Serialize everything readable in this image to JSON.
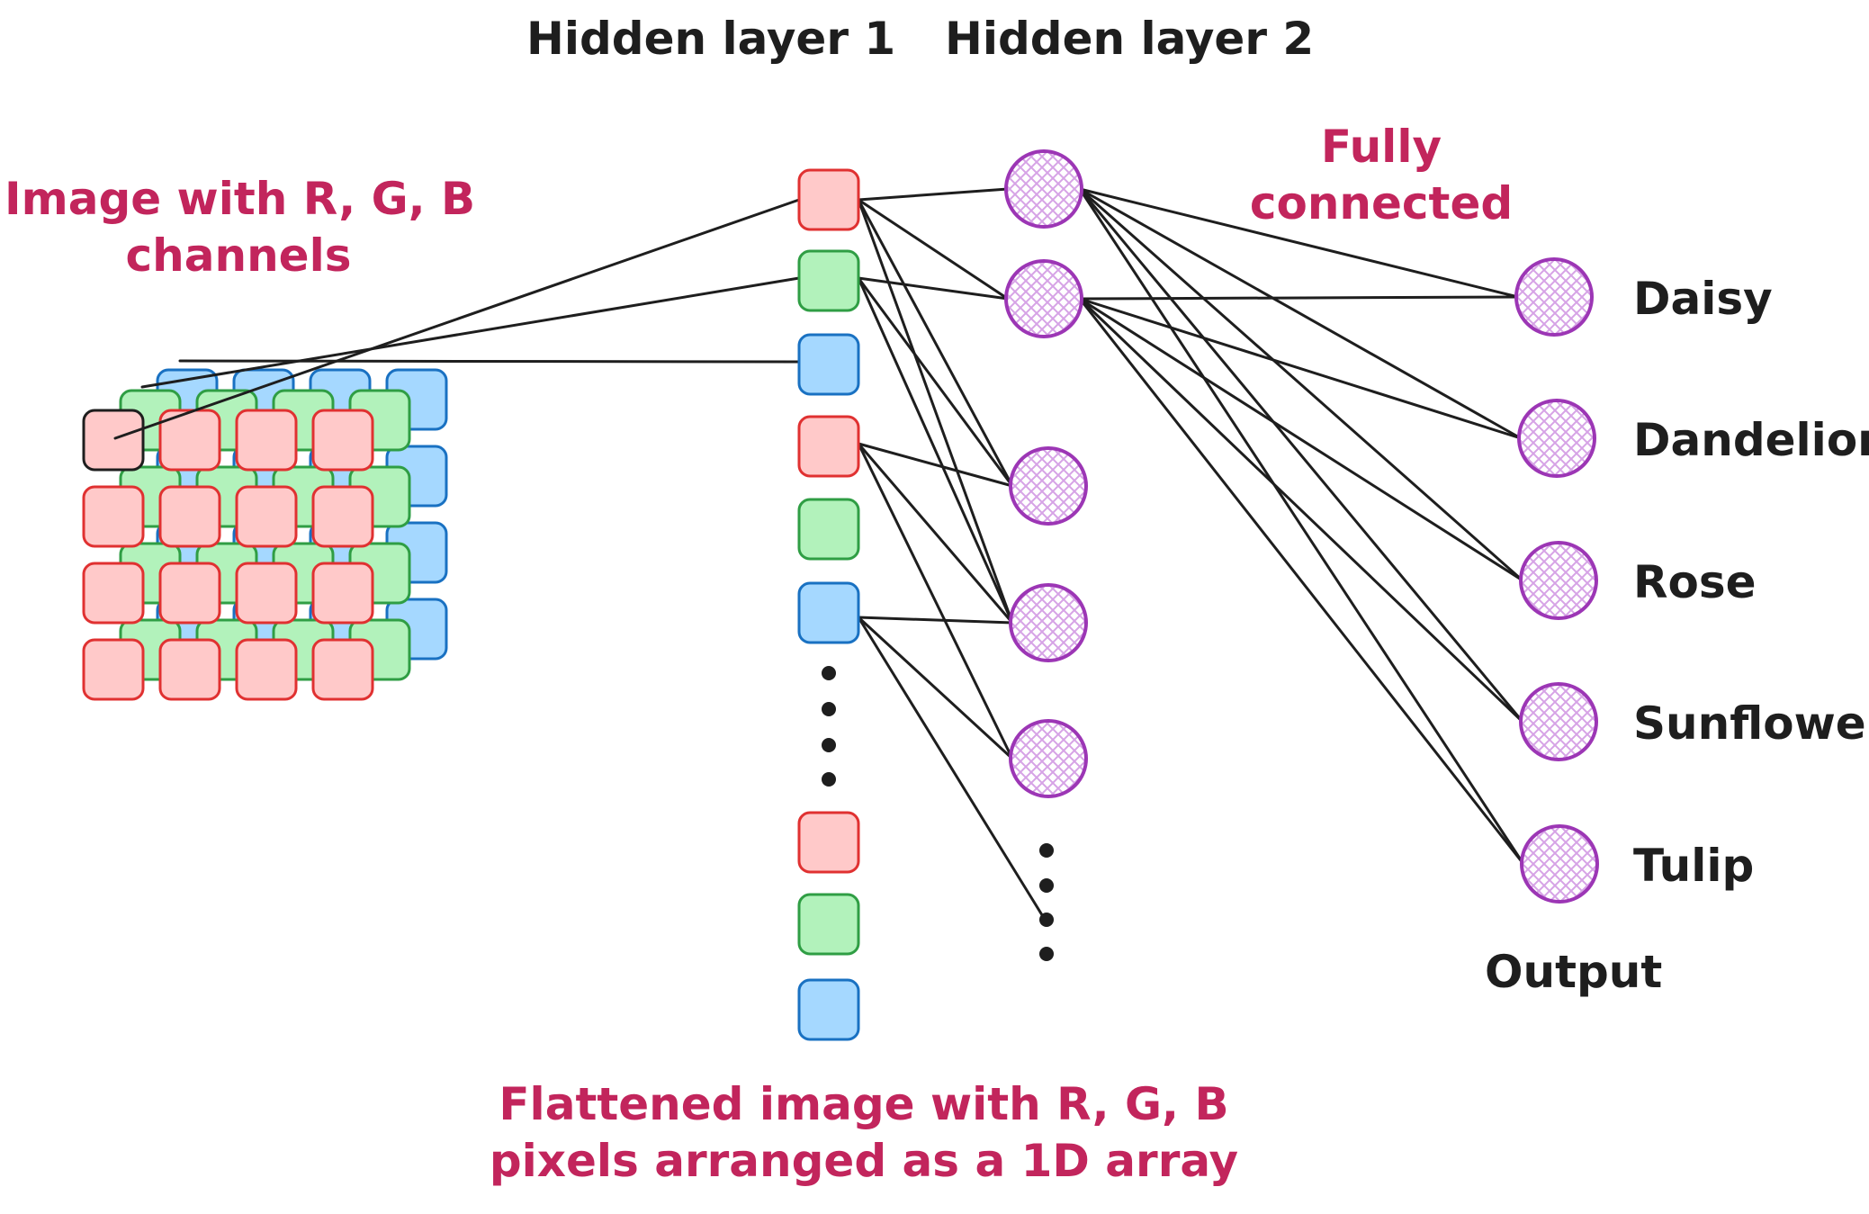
{
  "labels": {
    "hidden1": "Hidden layer 1",
    "hidden2": "Hidden layer 2",
    "image_line1": "Image with R, G, B",
    "image_line2": "channels",
    "fully_line1": "Fully",
    "fully_line2": "connected",
    "flat_line1": "Flattened image with R, G, B",
    "flat_line2": "pixels arranged as a 1D array",
    "output": "Output"
  },
  "classes": [
    "Daisy",
    "Dandelion",
    "Rose",
    "Sunflower",
    "Tulip"
  ],
  "colors": {
    "accent": "#c2255c",
    "red_fill": "#ffc9c9",
    "red_stroke": "#e03131",
    "green_fill": "#b2f2bb",
    "green_stroke": "#2f9e44",
    "blue_fill": "#a5d8ff",
    "blue_stroke": "#1971c2",
    "neuron_stroke": "#9c36b5",
    "neuron_fill": "#eebefa",
    "line": "#1e1e1e"
  }
}
